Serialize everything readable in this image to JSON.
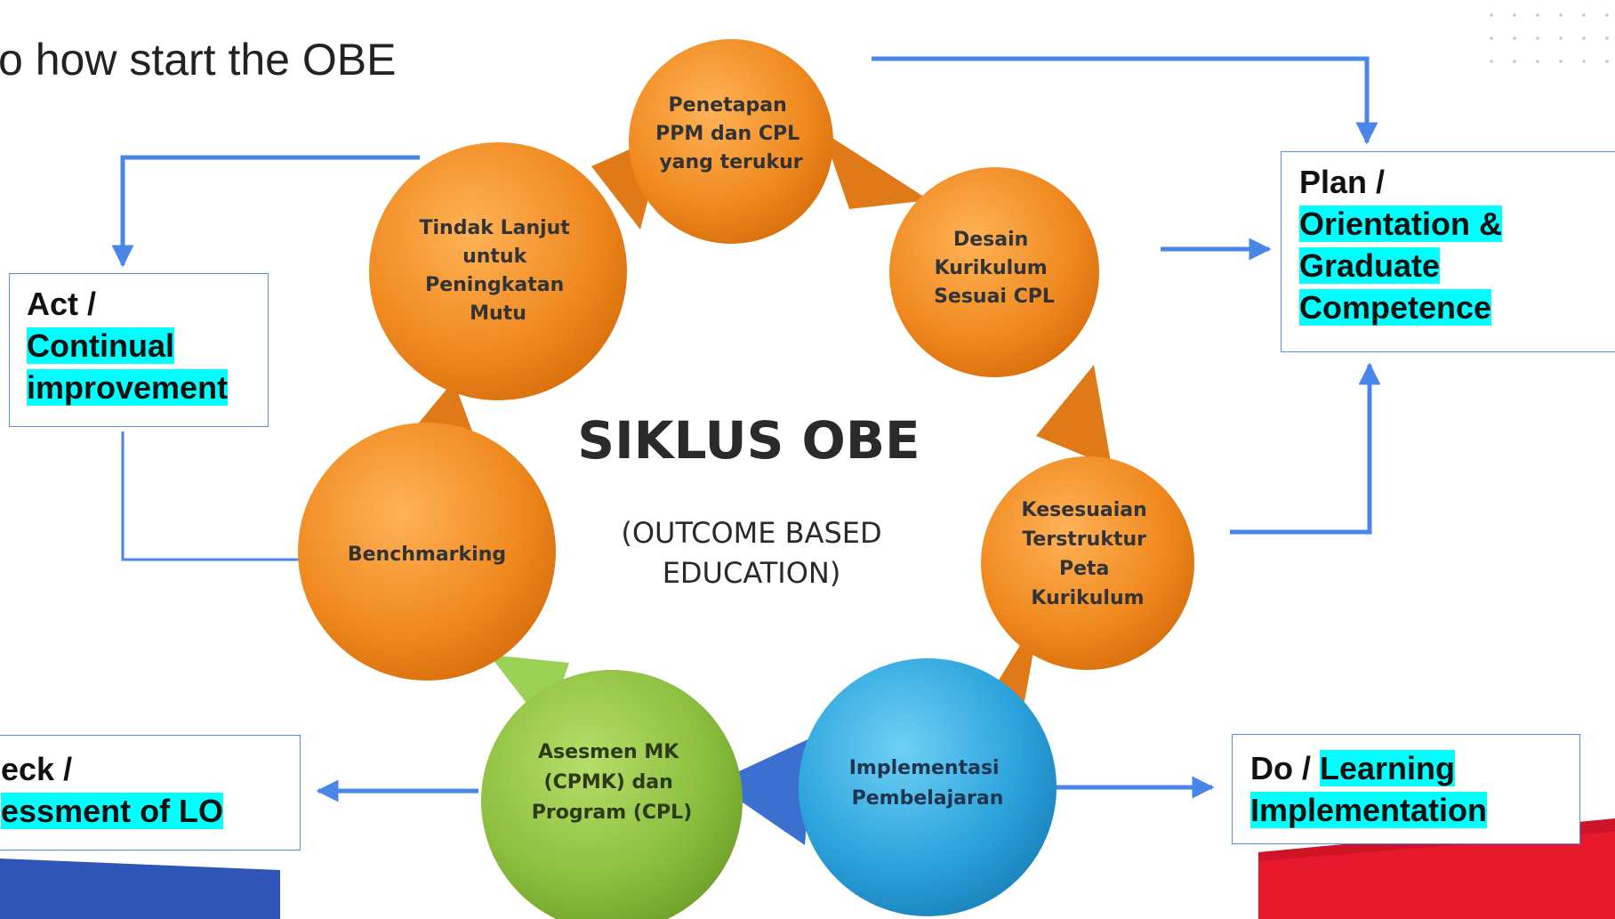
{
  "slide": {
    "title": "o how start the OBE"
  },
  "center": {
    "title": "SIKLUS OBE",
    "subtitle_line1": "(OUTCOME BASED",
    "subtitle_line2": "EDUCATION)"
  },
  "circles": [
    {
      "lines": [
        "Penetapan",
        "PPM dan CPL",
        "yang terukur"
      ]
    },
    {
      "lines": [
        "Desain",
        "Kurikulum",
        "Sesuai CPL"
      ]
    },
    {
      "lines": [
        "Kesesuaian",
        "Terstruktur",
        "Peta",
        "Kurikulum"
      ]
    },
    {
      "lines": [
        "Implementasi",
        "Pembelajaran"
      ]
    },
    {
      "lines": [
        "Asesmen MK",
        "(CPMK) dan",
        "Program (CPL)"
      ]
    },
    {
      "lines": [
        "Benchmarking"
      ]
    },
    {
      "lines": [
        "Tindak Lanjut",
        "untuk",
        "Peningkatan",
        "Mutu"
      ]
    }
  ],
  "boxes": {
    "plan": {
      "prefix": "Plan /",
      "l1": "Orientation &",
      "l2": "Graduate",
      "l3": "Competence"
    },
    "act": {
      "prefix": "Act /",
      "l1": "Continual",
      "l2": "improvement"
    },
    "check": {
      "prefix": "eck /",
      "l1": "essment of LO"
    },
    "do": {
      "prefix": "Do /",
      "l1": "Learning",
      "l2": "Implementation"
    }
  },
  "colors": {
    "orange": "#f0942a",
    "blue_circle": "#2ea6dc",
    "green_circle": "#8cbf3f",
    "arrow": "#4a86e8",
    "highlight": "#00ffff",
    "banner_red": "#e8192c",
    "banner_blue": "#2f55b8"
  }
}
